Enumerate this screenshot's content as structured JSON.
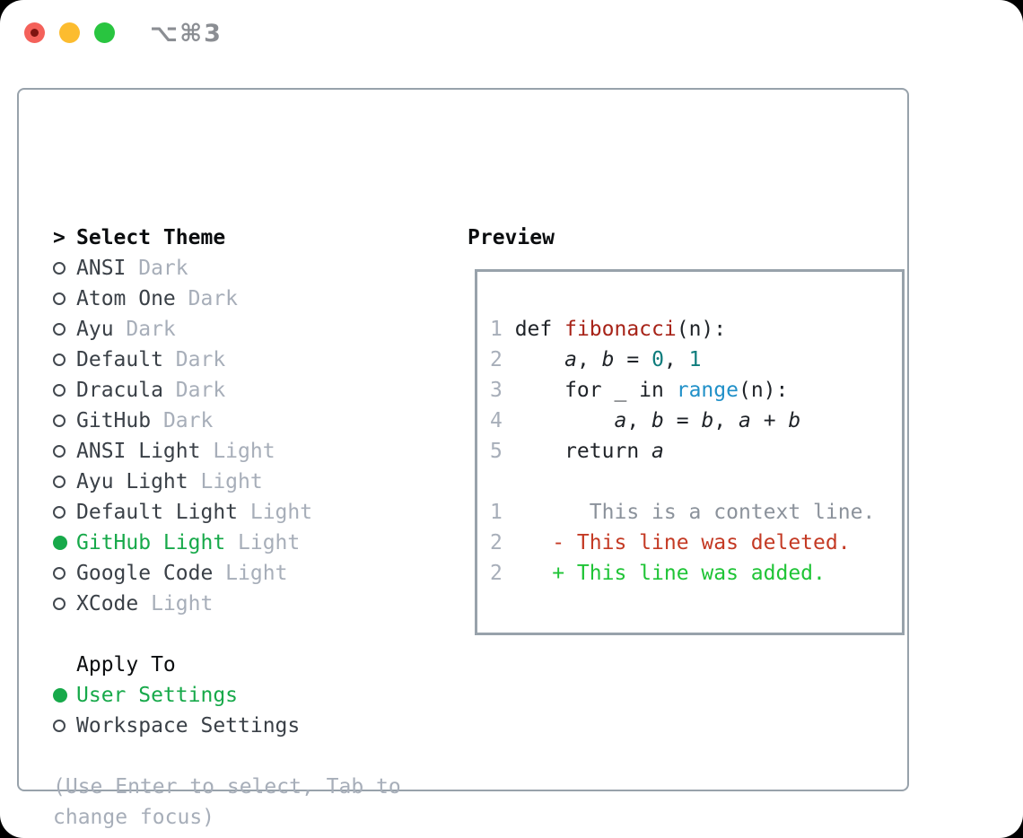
{
  "titlebar": {
    "title": "⌥⌘3"
  },
  "theme_panel": {
    "header": {
      "prompt": ">",
      "label": "Select Theme"
    },
    "themes": [
      {
        "name": "ANSI",
        "tag": "Dark",
        "selected": false
      },
      {
        "name": "Atom One",
        "tag": "Dark",
        "selected": false
      },
      {
        "name": "Ayu",
        "tag": "Dark",
        "selected": false
      },
      {
        "name": "Default",
        "tag": "Dark",
        "selected": false
      },
      {
        "name": "Dracula",
        "tag": "Dark",
        "selected": false
      },
      {
        "name": "GitHub",
        "tag": "Dark",
        "selected": false
      },
      {
        "name": "ANSI Light",
        "tag": "Light",
        "selected": false
      },
      {
        "name": "Ayu Light",
        "tag": "Light",
        "selected": false
      },
      {
        "name": "Default Light",
        "tag": "Light",
        "selected": false
      },
      {
        "name": "GitHub Light",
        "tag": "Light",
        "selected": true
      },
      {
        "name": "Google Code",
        "tag": "Light",
        "selected": false
      },
      {
        "name": "XCode",
        "tag": "Light",
        "selected": false
      }
    ],
    "apply_to": {
      "label": "Apply To",
      "options": [
        {
          "name": "User Settings",
          "selected": true
        },
        {
          "name": "Workspace Settings",
          "selected": false
        }
      ]
    },
    "help_lines": [
      "(Use Enter to select, Tab to",
      "change focus)"
    ]
  },
  "preview": {
    "label": "Preview",
    "code_lines": [
      {
        "num": "",
        "tokens": []
      },
      {
        "num": "1",
        "tokens": [
          [
            " def ",
            "plain"
          ],
          [
            "fibonacci",
            "func"
          ],
          [
            "(n):",
            "plain"
          ]
        ]
      },
      {
        "num": "2",
        "tokens": [
          [
            "     ",
            "plain"
          ],
          [
            "a",
            "var"
          ],
          [
            ", ",
            "plain"
          ],
          [
            "b",
            "var"
          ],
          [
            " = ",
            "plain"
          ],
          [
            "0",
            "numlit"
          ],
          [
            ", ",
            "plain"
          ],
          [
            "1",
            "numlit"
          ]
        ]
      },
      {
        "num": "3",
        "tokens": [
          [
            "     for _ in ",
            "plain"
          ],
          [
            "range",
            "call"
          ],
          [
            "(n):",
            "plain"
          ]
        ]
      },
      {
        "num": "4",
        "tokens": [
          [
            "         ",
            "plain"
          ],
          [
            "a",
            "var"
          ],
          [
            ", ",
            "plain"
          ],
          [
            "b",
            "var"
          ],
          [
            " = ",
            "plain"
          ],
          [
            "b",
            "var"
          ],
          [
            ", ",
            "plain"
          ],
          [
            "a",
            "var"
          ],
          [
            " + ",
            "plain"
          ],
          [
            "b",
            "var"
          ]
        ]
      },
      {
        "num": "5",
        "tokens": [
          [
            "     return ",
            "plain"
          ],
          [
            "a",
            "var"
          ]
        ]
      },
      {
        "num": "",
        "tokens": []
      },
      {
        "num": "1",
        "tokens": [
          [
            "       This is a context line.",
            "context"
          ]
        ]
      },
      {
        "num": "2",
        "tokens": [
          [
            "    ",
            "plain"
          ],
          [
            "- This line was deleted.",
            "deleted"
          ]
        ]
      },
      {
        "num": "2",
        "tokens": [
          [
            "    ",
            "plain"
          ],
          [
            "+ This line was added.",
            "added"
          ]
        ]
      }
    ]
  },
  "colors": {
    "accent-green": "#17a94a",
    "added-green": "#1fc436",
    "deleted-red": "#c43a24",
    "func-red": "#a72318",
    "teal": "#0e7c7c",
    "blue": "#2090c8",
    "border-gray": "#98a2ab",
    "tag-gray": "#a7aeb9",
    "item-fg": "#3a4047",
    "title-gray": "#8b8e93",
    "tl-red": "#f4615a",
    "tl-yellow": "#fcbc2f",
    "tl-green": "#29c540"
  }
}
